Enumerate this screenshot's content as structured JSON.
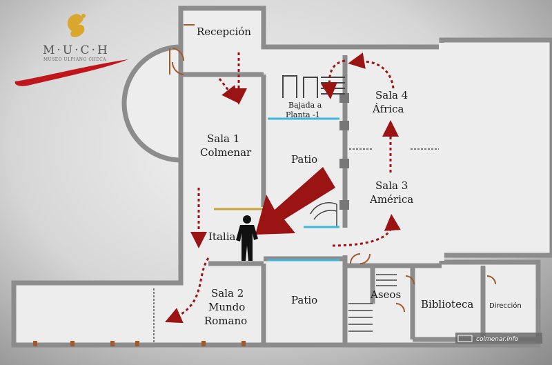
{
  "logo": {
    "letters": "M·U·C·H",
    "subtitle": "MUSEO ULPIANO CHECA"
  },
  "rooms": {
    "recepcion": "Recepción",
    "bajada_line1": "Bajada a",
    "bajada_line2": "Planta -1",
    "sala4_line1": "Sala 4",
    "sala4_line2": "África",
    "sala1_line1": "Sala 1",
    "sala1_line2": "Colmenar",
    "patio_upper": "Patio",
    "sala3_line1": "Sala 3",
    "sala3_line2": "América",
    "italia": "Italia",
    "sala2_line1": "Sala 2",
    "sala2_line2": "Mundo",
    "sala2_line3": "Romano",
    "patio_lower": "Patio",
    "aseos": "Aseos",
    "biblioteca": "Biblioteca",
    "direccion": "Dirección"
  },
  "credit": "colmenar.info",
  "colors": {
    "floor": "#ededed",
    "wall": "#8c8c8c",
    "route": "#9b1414",
    "pointer": "#9b1414",
    "window": "#3fb5e0",
    "door": "#a05a2c",
    "logo_gold": "#d9a62e",
    "logo_red": "#c0151b"
  }
}
